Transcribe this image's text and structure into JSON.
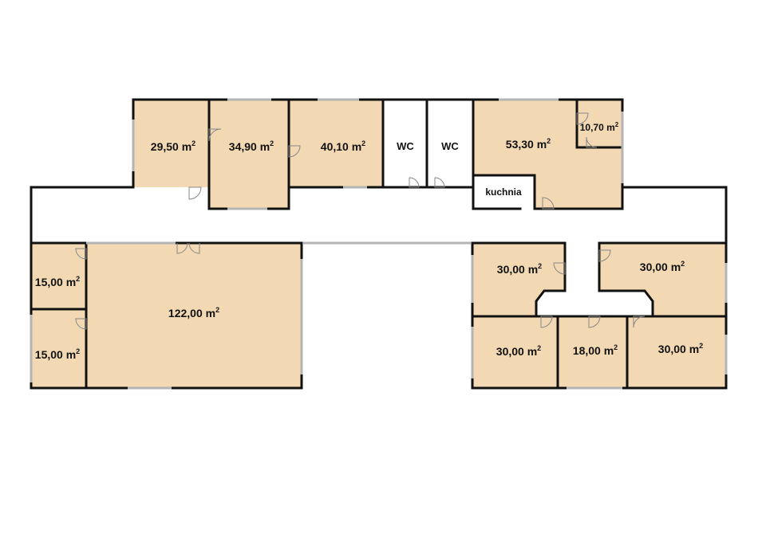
{
  "colors": {
    "room_fill": "#f2d9b3",
    "wall": "#111111",
    "window": "#b4b4b4",
    "background": "#ffffff",
    "white_room": "#ffffff"
  },
  "unit_superscript": "2",
  "rooms": {
    "r1": {
      "area": "29,50 m"
    },
    "r2": {
      "area": "34,90 m"
    },
    "r3": {
      "area": "40,10 m"
    },
    "wc1": {
      "label": "WC"
    },
    "wc2": {
      "label": "WC"
    },
    "r4": {
      "area": "53,30 m"
    },
    "r5": {
      "area": "10,70 m"
    },
    "kitchen": {
      "label": "kuchnia"
    },
    "r6": {
      "area": "15,00 m"
    },
    "r7": {
      "area": "15,00 m"
    },
    "r8": {
      "area": "122,00 m"
    },
    "r9": {
      "area": "30,00 m"
    },
    "r10": {
      "area": "30,00 m"
    },
    "r11": {
      "area": "30,00 m"
    },
    "r12": {
      "area": "18,00 m"
    },
    "r13": {
      "area": "30,00 m"
    }
  }
}
